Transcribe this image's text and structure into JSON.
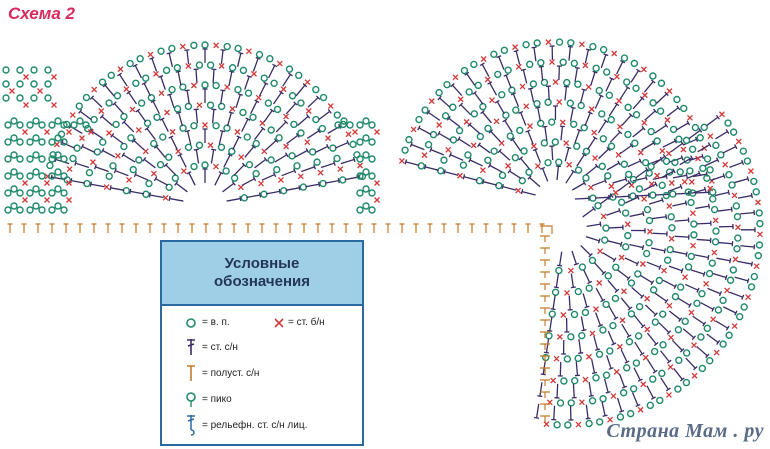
{
  "title": "Схема 2",
  "legend": {
    "heading_line1": "Условные",
    "heading_line2": "обозначения",
    "items": [
      {
        "symbol": "chain-circle",
        "label": "= в. п."
      },
      {
        "symbol": "cross",
        "label": "= ст. б/н"
      },
      {
        "symbol": "double-crochet",
        "label": "= ст. с/н"
      },
      {
        "symbol": "half-double",
        "label": "= полуст. с/н"
      },
      {
        "symbol": "picot",
        "label": "= пико"
      },
      {
        "symbol": "relief-stitch",
        "label": "= рельефн. ст. с/н лиц."
      }
    ]
  },
  "watermark": "Страна Мам . ру",
  "colors": {
    "chain": "#1f8a6a",
    "cross": "#d23a3a",
    "stitch": "#3a2c68",
    "half": "#c47a2a",
    "title": "#d8285c",
    "legend_border": "#2b6aa0",
    "legend_head": "#9fcfe6"
  }
}
